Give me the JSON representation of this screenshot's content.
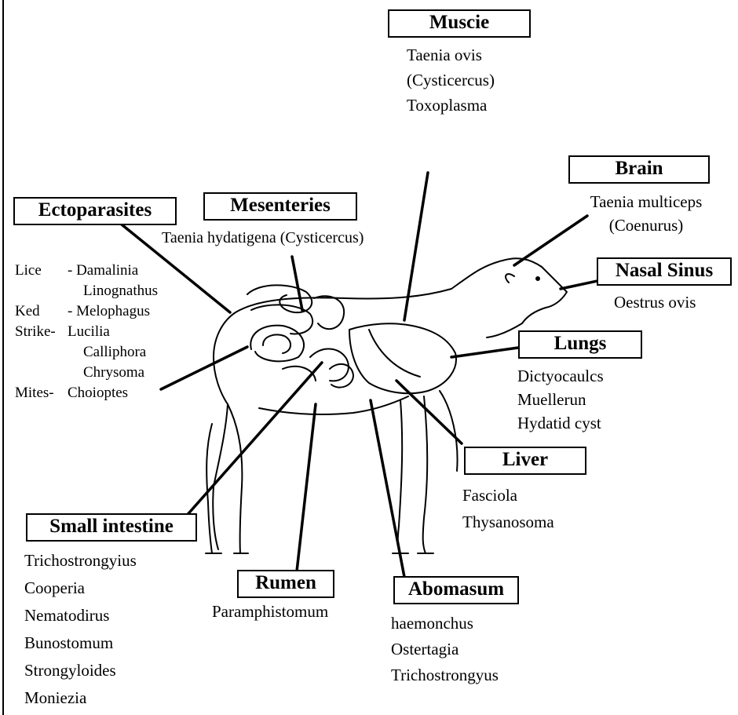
{
  "boxes": {
    "muscle": {
      "title": "Muscie",
      "items": [
        "Taenia ovis",
        "(Cysticercus)",
        "Toxoplasma"
      ]
    },
    "brain": {
      "title": "Brain",
      "items": [
        "Taenia multiceps",
        "(Coenurus)"
      ]
    },
    "nasal": {
      "title": "Nasal Sinus",
      "items": [
        "Oestrus ovis"
      ]
    },
    "lungs": {
      "title": "Lungs",
      "items": [
        "Dictyocaulcs",
        "Muellerun",
        "Hydatid cyst"
      ]
    },
    "liver": {
      "title": "Liver",
      "items": [
        "Fasciola",
        "Thysanosoma"
      ]
    },
    "abomasum": {
      "title": "Abomasum",
      "items": [
        "haemonchus",
        "Ostertagia",
        "Trichostrongyus"
      ]
    },
    "rumen": {
      "title": "Rumen",
      "items": [
        "Paramphistomum"
      ]
    },
    "small_intestine": {
      "title": "Small intestine",
      "items": [
        "Trichostrongyius",
        "Cooperia",
        "Nematodirus",
        "Bunostomum",
        "Strongyloides",
        "Moniezia"
      ]
    },
    "mesenteries": {
      "title": "Mesenteries",
      "items": [
        "Taenia hydatigena (Cysticercus)"
      ]
    },
    "ectoparasites": {
      "title": "Ectoparasites",
      "rows": [
        {
          "key": "Lice",
          "value": "- Damalinia"
        },
        {
          "key": "",
          "value": "Linognathus"
        },
        {
          "key": "Ked",
          "value": "- Melophagus"
        },
        {
          "key": "Strike-",
          "value": "Lucilia"
        },
        {
          "key": "",
          "value": "Calliphora"
        },
        {
          "key": "",
          "value": "Chrysoma"
        },
        {
          "key": "Mites-",
          "value": "Choioptes"
        }
      ]
    }
  }
}
